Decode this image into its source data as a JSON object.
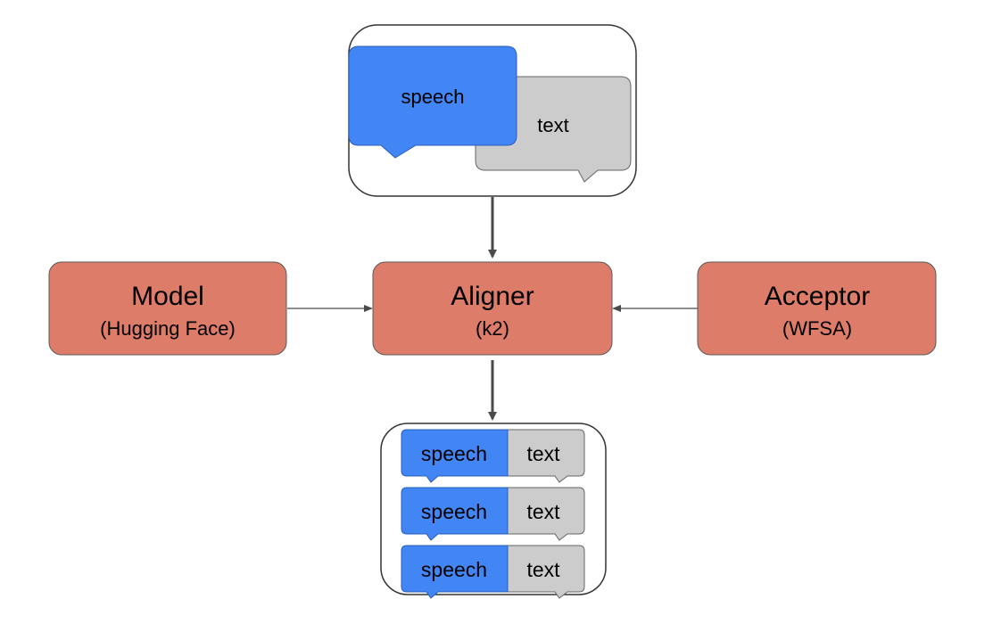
{
  "colors": {
    "node_fill": "#de7c6a",
    "node_stroke": "#5a5a5a",
    "speech_fill": "#4285f4",
    "text_fill": "#cccccc",
    "arrow": "#4a4a4a",
    "container_stroke": "#333333"
  },
  "input_pair": {
    "speech_label": "speech",
    "text_label": "text"
  },
  "nodes": {
    "model": {
      "title": "Model",
      "subtitle": "(Hugging Face)"
    },
    "aligner": {
      "title": "Aligner",
      "subtitle": "(k2)"
    },
    "acceptor": {
      "title": "Acceptor",
      "subtitle": "(WFSA)"
    }
  },
  "output_pairs": [
    {
      "speech_label": "speech",
      "text_label": "text"
    },
    {
      "speech_label": "speech",
      "text_label": "text"
    },
    {
      "speech_label": "speech",
      "text_label": "text"
    }
  ]
}
